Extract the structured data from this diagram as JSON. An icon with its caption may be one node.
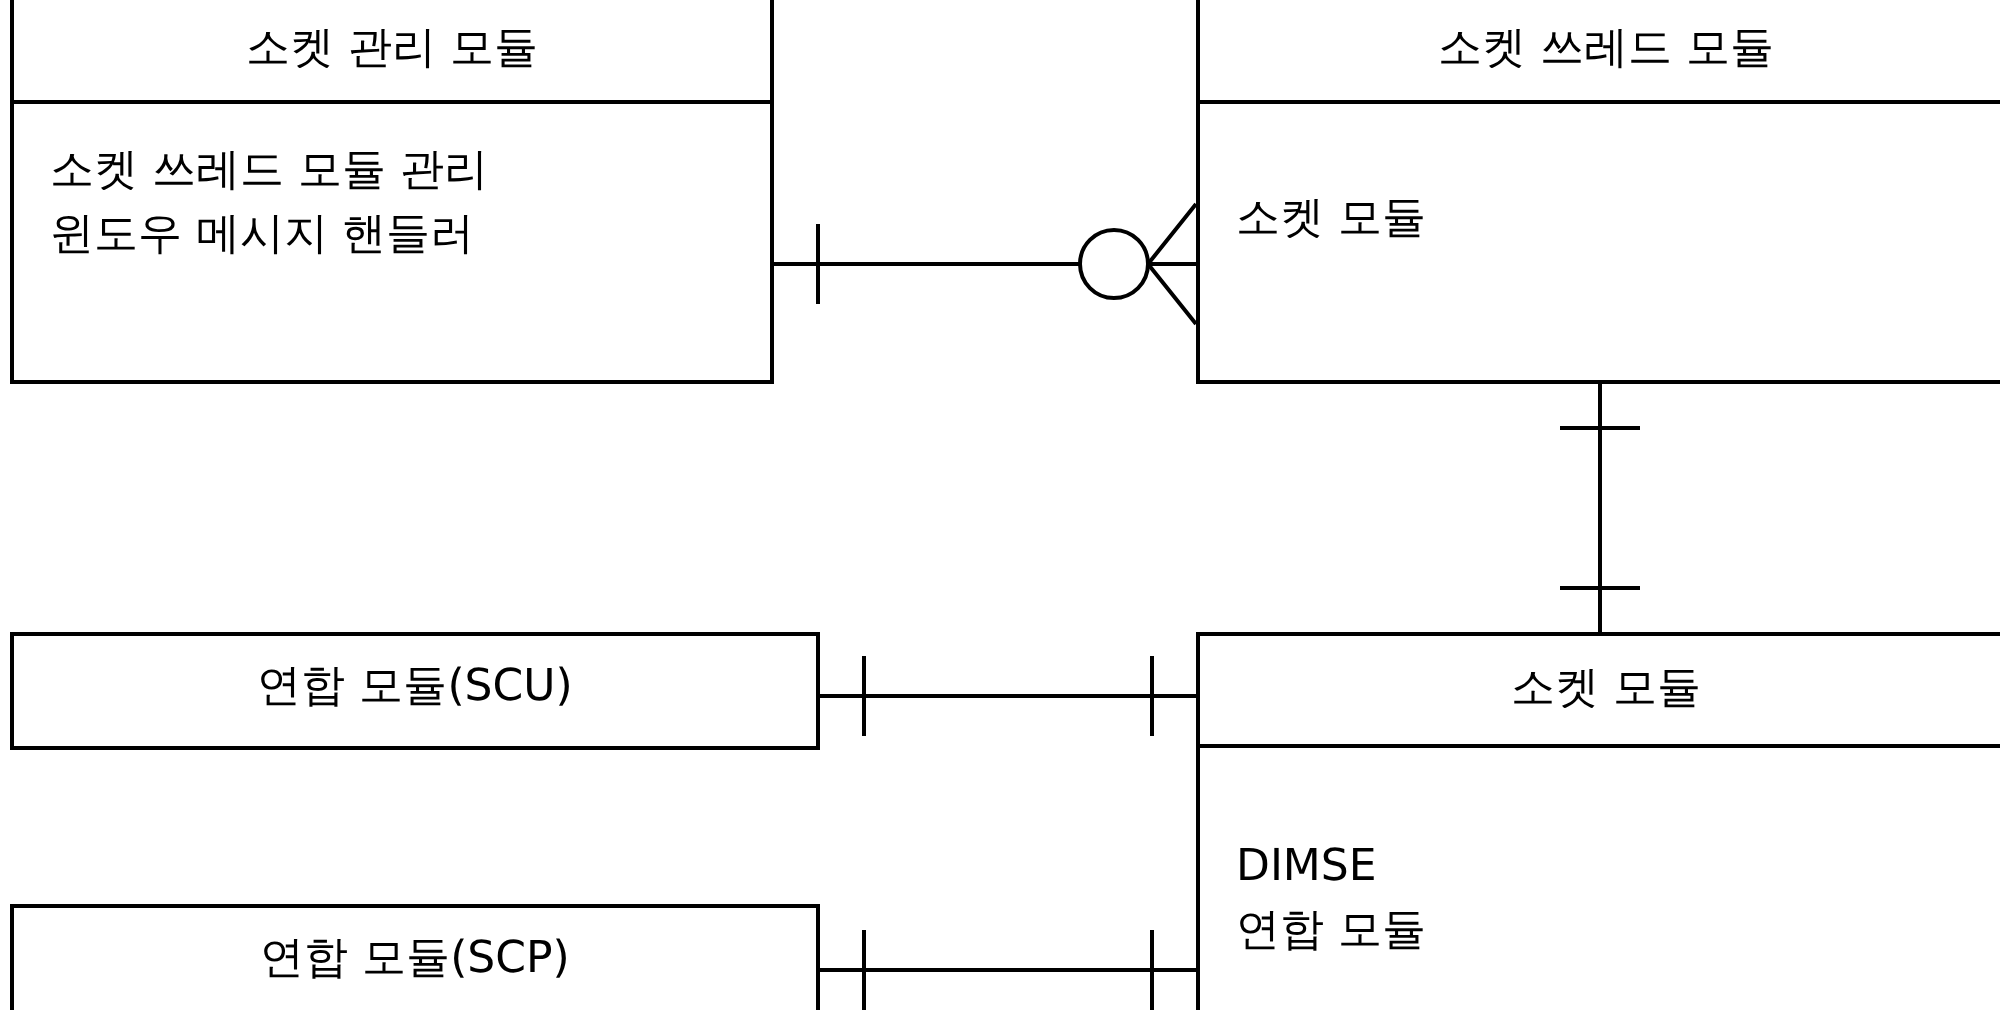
{
  "diagram": {
    "nodes": [
      {
        "text": [
          "소켓 관리 모듈",
          "소켓 쓰레드 모듈 관리",
          "윈도우 메시지 핸들러"
        ]
      },
      {
        "text": [
          "소켓 쓰레드 모듈",
          "소켓 모듈"
        ]
      },
      {
        "text": [
          "연합 모듈(SCU)"
        ]
      },
      {
        "text": [
          "소켓 모듈",
          "DIMSE",
          "연합 모듈"
        ]
      },
      {
        "text": [
          "연합 모듈(SCP)"
        ]
      }
    ],
    "edges": [
      {
        "from": 0,
        "to": 1,
        "arrow": "other"
      },
      {
        "from": 1,
        "to": 3,
        "arrow": "other"
      },
      {
        "from": 2,
        "to": 3,
        "arrow": "other"
      },
      {
        "from": 4,
        "to": 3,
        "arrow": "other"
      }
    ]
  }
}
